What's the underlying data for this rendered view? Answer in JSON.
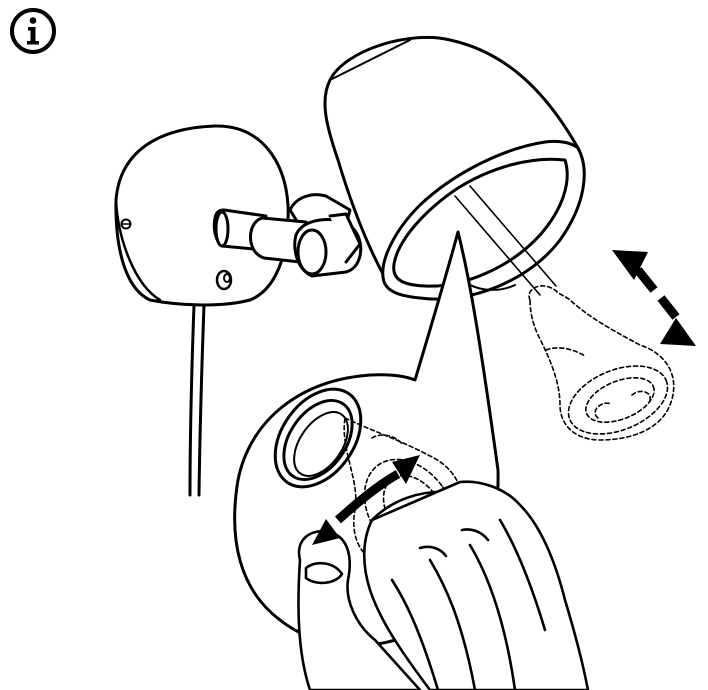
{
  "info_badge": {
    "icon": "info-icon",
    "glyph": "i"
  },
  "illustration": {
    "parts": [
      "wall-mount-base",
      "power-cord",
      "swivel-joint",
      "lamp-shade",
      "bulb-dashed",
      "zoom-callout",
      "hand",
      "rotate-arrow",
      "slide-arrow"
    ],
    "colors": {
      "line": "#000000",
      "fill": "#ffffff"
    }
  }
}
